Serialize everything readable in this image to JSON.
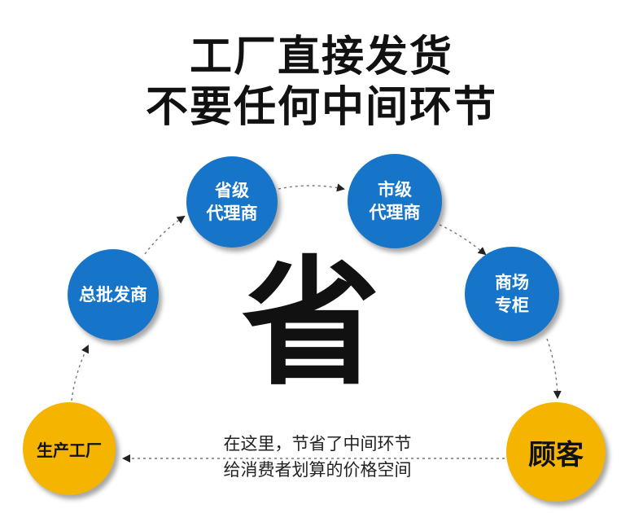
{
  "headline": {
    "line1": "工厂直接发货",
    "line2": "不要任何中间环节"
  },
  "nodes": {
    "factory": "生产工厂",
    "wholesale": "总批发商",
    "province_line1": "省级",
    "province_line2": "代理商",
    "city_line1": "市级",
    "city_line2": "代理商",
    "mall_line1": "商场",
    "mall_line2": "专柜",
    "customer": "顾客"
  },
  "center_char": "省",
  "caption": {
    "line1": "在这里，节省了中间环节",
    "line2": "给消费者划算的价格空间"
  },
  "colors": {
    "blue_node": "#1674c9",
    "yellow_node": "#f5b400",
    "arrow": "#666666"
  }
}
